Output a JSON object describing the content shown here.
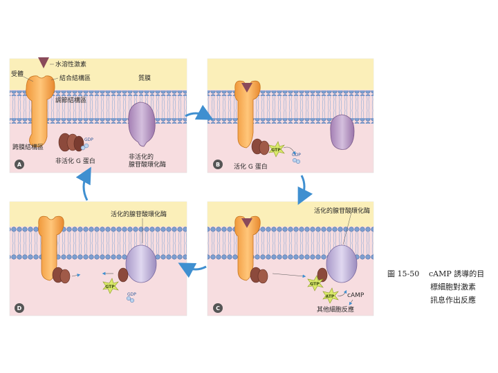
{
  "panels": {
    "A": {
      "tag": "A",
      "hormone": "水溶性激素",
      "receptor": "受體",
      "binding_site": "結合結構區",
      "membrane": "質膜",
      "regulatory_site": "調節結構區",
      "transmembrane": "跨膜結構區",
      "gdp": "GDP",
      "inactive_g": "非活化 G 蛋白",
      "inactive_ac_1": "非活化的",
      "inactive_ac_2": "腺苷酸環化酶"
    },
    "B": {
      "tag": "B",
      "gtp": "GTP",
      "gdp": "GDP",
      "active_g": "活化 G 蛋白"
    },
    "C": {
      "tag": "C",
      "active_ac": "活化的腺苷酸環化酶",
      "gtp": "GTP",
      "atp": "ATP",
      "camp": "cAMP",
      "response": "其他細胞反應"
    },
    "D": {
      "tag": "D",
      "active_ac": "活化的腺苷酸環化酶",
      "gtp": "GTP",
      "gdp": "GDP"
    }
  },
  "caption": {
    "figure_number": "圖 15-50",
    "line1": "cAMP 誘導的目",
    "line2": "標細胞對激素",
    "line3": "訊息作出反應"
  },
  "colors": {
    "extracellular": "#fbefb9",
    "cytoplasm": "#f7dde0",
    "lipid_head": "#7e9fd0",
    "receptor": "#f5a94a",
    "g_protein": "#8c4a3c",
    "cyclase_inactive": "#b897c4",
    "cyclase_active": "#c2b2dc",
    "hormone": "#8a4a5a",
    "arrow": "#3f8fd0",
    "gtp_burst": "#d9e86a"
  }
}
